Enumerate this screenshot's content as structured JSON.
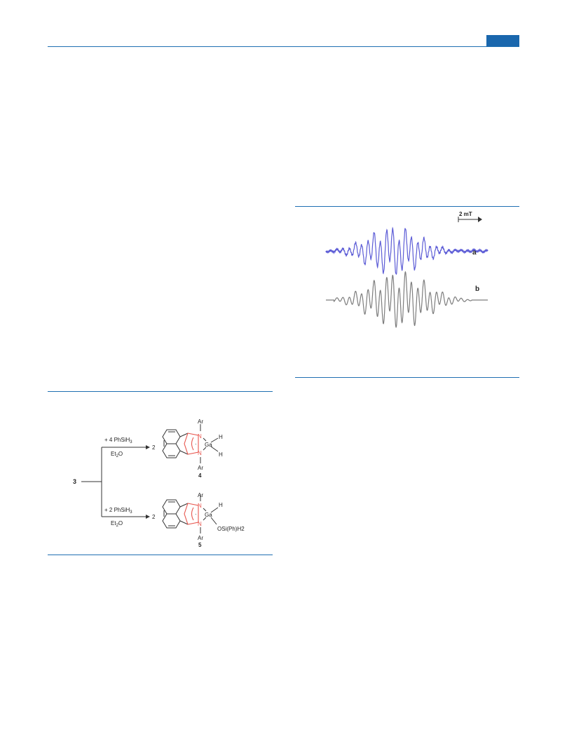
{
  "scheme": {
    "start_compound": "3",
    "top_route": {
      "reagent_prefix": "+ 4 PhSiH",
      "reagent_subscript": "3",
      "solvent_prefix": "Et",
      "solvent_subscript": "2",
      "solvent_suffix": "O",
      "coefficient": "2",
      "product_number": "4",
      "ar_top": "Ar",
      "ar_bottom": "Ar",
      "n_label": "N",
      "metal": "Ga",
      "substituent_1": "H",
      "substituent_2": "H",
      "radical_dot": "·"
    },
    "bottom_route": {
      "reagent_prefix": "+ 2 PhSiH",
      "reagent_subscript": "3",
      "solvent_prefix": "Et",
      "solvent_subscript": "2",
      "solvent_suffix": "O",
      "coefficient": "2",
      "product_number": "5",
      "ar_top": "Ar",
      "ar_bottom": "Ar",
      "n_label": "N",
      "metal": "Ga",
      "substituent_1": "H",
      "substituent_2": "OSi(Ph)H2",
      "radical_dot": "·"
    },
    "colors": {
      "ring_highlight": "#e8574f",
      "bonds": "#333333"
    }
  },
  "epr_figure": {
    "scale_bar_label": "2 mT",
    "traces": [
      {
        "label": "a",
        "color": "#5c5cd6"
      },
      {
        "label": "b",
        "color": "#7d7d7d"
      }
    ]
  },
  "colors": {
    "rule": "#1f6fb2",
    "header_block": "#1a67ad"
  }
}
